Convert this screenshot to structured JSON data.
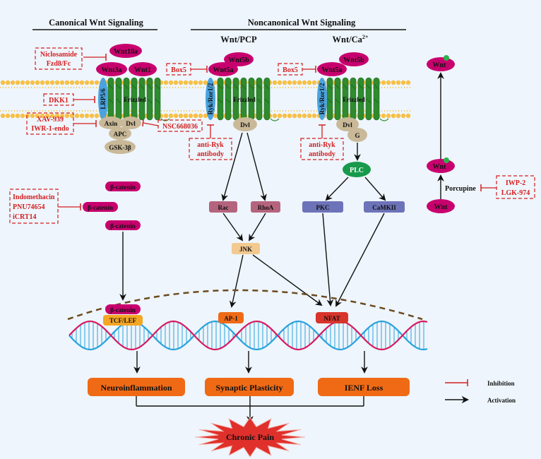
{
  "headers": {
    "canonical": "Canonical Wnt Signaling",
    "noncanonical": "Noncanonical Wnt Signaling",
    "pcp": "Wnt/PCP",
    "ca_prefix": "Wnt/Ca",
    "ca_sup": "2+"
  },
  "ligands": {
    "wnt10a": "Wnt10a",
    "wnt3a": "Wnt3a",
    "wnt1": "Wnt1",
    "wnt5b": "Wnt5b",
    "wnt5a": "Wnt5a"
  },
  "receptors": {
    "lrp": "LRP5/6",
    "frizzled": "Frizzled",
    "ryk": "Ryk/Ror1/2"
  },
  "canonical_nodes": {
    "axin": "Axin",
    "dvl": "Dvl",
    "apc": "APC",
    "gsk": "GSK-3β",
    "beta_catenin": "β-catenin",
    "tcf": "TCF/LEF"
  },
  "pcp_nodes": {
    "dvl": "Dvl",
    "rac": "Rac",
    "rhoa": "RhoA",
    "jnk": "JNK",
    "ap1": "AP-1"
  },
  "ca_nodes": {
    "dvl": "Dvl",
    "g": "G",
    "plc": "PLC",
    "pkc": "PKC",
    "camkii": "CaMKII",
    "nfat": "NFAT"
  },
  "inhibitors": {
    "niclosamide": [
      "Niclosamide",
      "Fzd8/Fc"
    ],
    "dkk1": "DKK1",
    "xav": [
      "XAV-939",
      "IWR-1-endo"
    ],
    "nsc": "NSC668036",
    "indomethacin": [
      "Indomethacin",
      "PNU74654",
      "iCRT14"
    ],
    "box5": "Box5",
    "anti_ryk": [
      "anti-Ryk",
      "antibody"
    ],
    "iwp": [
      "IWP-2",
      "LGK-974"
    ]
  },
  "secretion": {
    "wnt": "Wnt",
    "porcupine": "Porcupine"
  },
  "outcomes": {
    "neuro": "Neuroinflammation",
    "synaptic": "Synaptic Plasticity",
    "ienf": "IENF Loss",
    "pain": "Chronic Pain"
  },
  "legend": {
    "inhibition": "Inhibition",
    "activation": "Activation"
  },
  "colors": {
    "background": "#eef5fc",
    "ligand": "#c8006e",
    "inhibitor_text": "#d41f1f",
    "frizzled": "#2e8b2e",
    "lrp": "#4aa3df",
    "dvl": "#c9b998",
    "rac": "#b5647e",
    "pkc": "#6d73b8",
    "jnk": "#f2c98f",
    "plc": "#179a4c",
    "ap1": "#f06a16",
    "nfat": "#d8342c",
    "tcf": "#f5a623",
    "outcome": "#f06a16",
    "dna_pink": "#d81b60",
    "dna_blue": "#29a3dc",
    "membrane_head": "#f7c046"
  }
}
